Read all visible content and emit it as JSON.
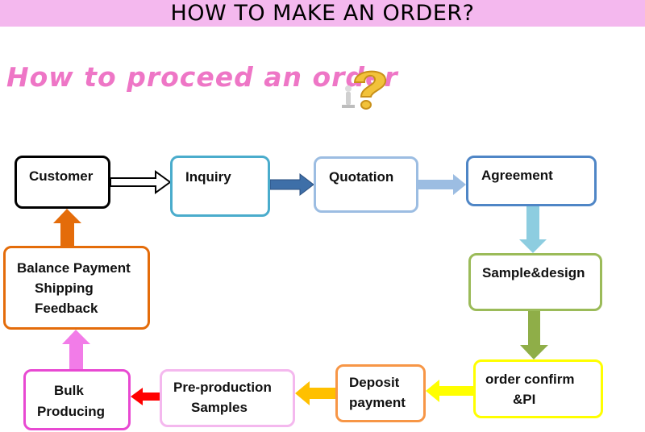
{
  "header": {
    "banner": "HOW TO MAKE AN ORDER?"
  },
  "subtitle": "How to proceed an order",
  "steps": {
    "customer": "Customer",
    "inquiry": "Inquiry",
    "quotation": "Quotation",
    "agreement": "Agreement",
    "sample_design": "Sample&design",
    "order_confirm_1": "order confirm",
    "order_confirm_2": "&PI",
    "deposit_1": "Deposit",
    "deposit_2": "payment",
    "preproduction_1": "Pre-production",
    "preproduction_2": "Samples",
    "bulk_1": "Bulk",
    "bulk_2": "Producing",
    "balance_1": "Balance Payment",
    "balance_2": "Shipping",
    "balance_3": "Feedback"
  },
  "colors": {
    "banner": "#f4b8ee",
    "subtitle": "#ee76c6",
    "customer": "#000000",
    "inquiry": "#4aaccc",
    "quotation": "#9cbde2",
    "agreement": "#4f86c6",
    "sample_design": "#9bbb59",
    "order_confirm": "#ffff00",
    "deposit": "#f79646",
    "preproduction": "#f4b8ee",
    "bulk": "#e849d2",
    "balance": "#e46c0a"
  }
}
